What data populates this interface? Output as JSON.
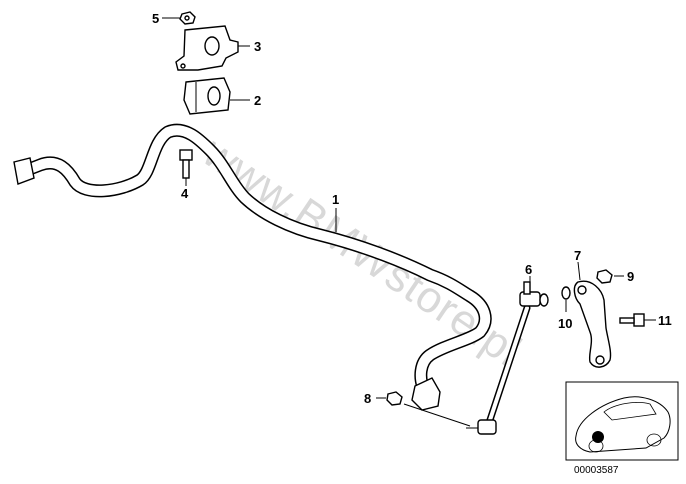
{
  "watermark": "www.BMWstore.pl",
  "callouts": [
    {
      "id": "1",
      "text": "1"
    },
    {
      "id": "2",
      "text": "2"
    },
    {
      "id": "3",
      "text": "3"
    },
    {
      "id": "4",
      "text": "4"
    },
    {
      "id": "5",
      "text": "5"
    },
    {
      "id": "6",
      "text": "6"
    },
    {
      "id": "7",
      "text": "7"
    },
    {
      "id": "8",
      "text": "8"
    },
    {
      "id": "9",
      "text": "9"
    },
    {
      "id": "10",
      "text": "10"
    },
    {
      "id": "11",
      "text": "11"
    }
  ],
  "inset": {
    "code": "00003587"
  }
}
